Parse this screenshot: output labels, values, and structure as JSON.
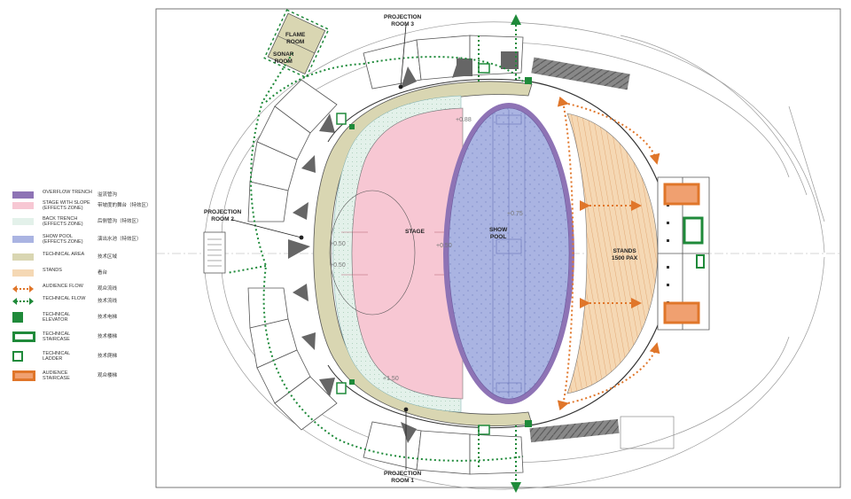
{
  "labels": {
    "projection_room_3": "PROJECTION\nROOM 3",
    "projection_room_2": "PROJECTION\nROOM 2",
    "projection_room_1": "PROJECTION\nROOM 1",
    "flame_room": "FLAME\nROOM",
    "sonar_room": "SONAR\nROOM",
    "stage": "STAGE",
    "show_pool": "SHOW\nPOOL",
    "stands": "STANDS\n1500 PAX"
  },
  "levels": {
    "l1": "+0.88",
    "l2": "+0.75",
    "l3": "+0.50",
    "l4": "+0.50",
    "l5": "+0.50",
    "l6": "+1.50"
  },
  "legend": [
    {
      "en": "OVERFLOW TRENCH",
      "cn": "溢流管沟",
      "color": "#8e73b5",
      "style": "fill"
    },
    {
      "en": "STAGE WITH SLOPE\n(effects zone)",
      "cn": "带坡度的舞台（特效区）",
      "color": "#f7c7d3",
      "style": "fill"
    },
    {
      "en": "BACK TRENCH\n(effects zone)",
      "cn": "后侧管沟（特效区）",
      "color": "#e3f1ea",
      "style": "fill"
    },
    {
      "en": "SHOW POOL\n(effects zone)",
      "cn": "演出水池（特效区）",
      "color": "#aab4e2",
      "style": "fill"
    },
    {
      "en": "TECHNICAL AREA",
      "cn": "技术区域",
      "color": "#d9d6b2",
      "style": "fill"
    },
    {
      "en": "STANDS",
      "cn": "看台",
      "color": "#f5d8b4",
      "style": "fill"
    },
    {
      "en": "AUDIENCE FLOW",
      "cn": "观众流线",
      "color": "#e0762a",
      "style": "arrow"
    },
    {
      "en": "TECHNICAL FLOW",
      "cn": "技术流线",
      "color": "#1f8a3a",
      "style": "arrow"
    },
    {
      "en": "TECHNICAL\nELEVATOR",
      "cn": "技术电梯",
      "color": "#1f8a3a",
      "style": "solid"
    },
    {
      "en": "TECHNICAL\nSTAIRCASE",
      "cn": "技术楼梯",
      "color": "#1f8a3a",
      "style": "outline"
    },
    {
      "en": "TECHNICAL\nLADDER",
      "cn": "技术爬梯",
      "color": "#1f8a3a",
      "style": "outline-small"
    },
    {
      "en": "AUDIENCE\nSTAIRCASE",
      "cn": "观众楼梯",
      "color": "#e0762a",
      "style": "outline-fill"
    }
  ],
  "colors": {
    "stage": "#f7c7d3",
    "pool": "#aab4e2",
    "overflow": "#8e73b5",
    "trench": "#e3f1ea",
    "technical": "#d9d6b2",
    "stands": "#f5d8b4",
    "audience": "#e0762a",
    "technicalFlow": "#1f8a3a",
    "line": "#444444"
  }
}
